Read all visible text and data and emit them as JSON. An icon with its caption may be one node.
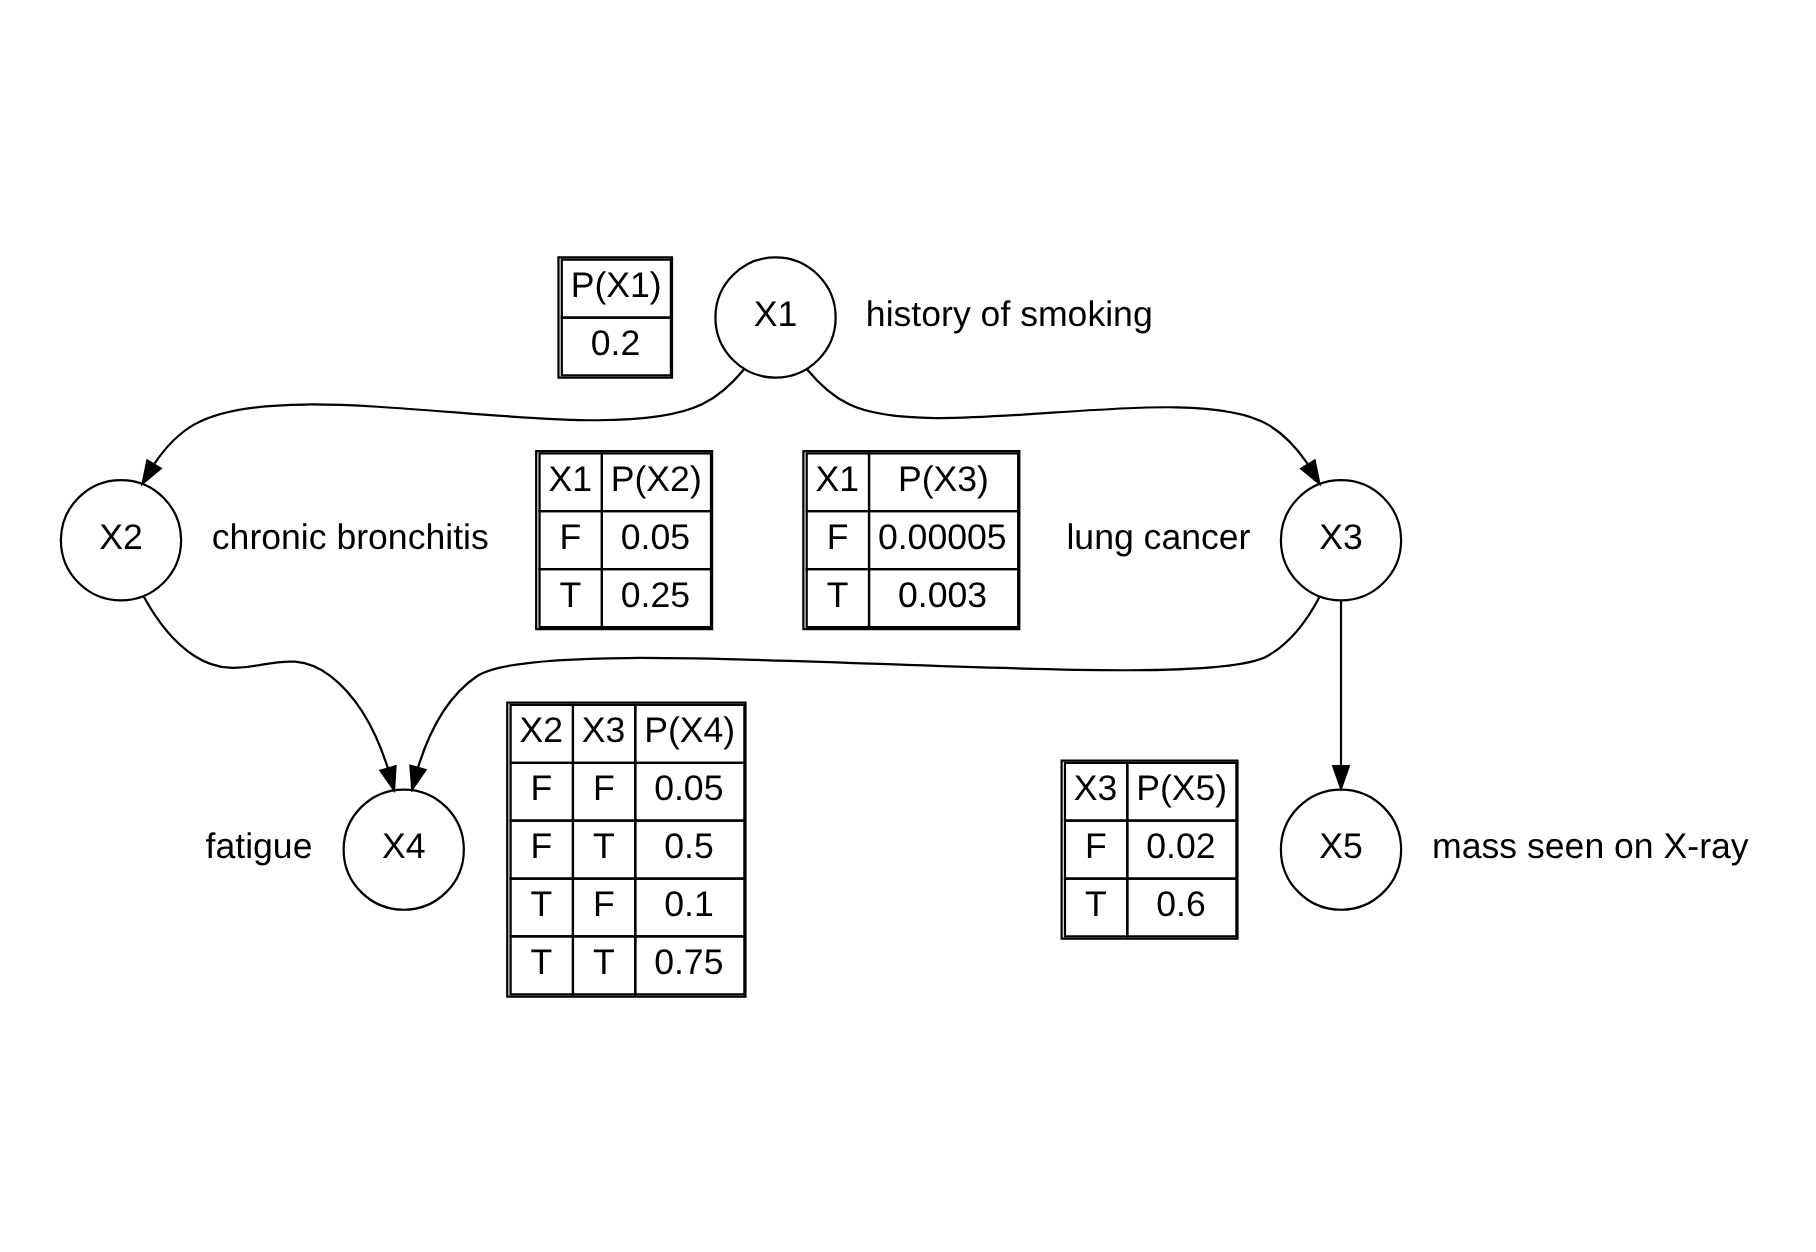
{
  "diagram": {
    "nodes": [
      {
        "text": [
          "X1"
        ],
        "beside": [
          "history of smoking"
        ]
      },
      {
        "text": [
          "X2"
        ],
        "beside": [
          "chronic bronchitis"
        ]
      },
      {
        "text": [
          "X3"
        ],
        "beside": [
          "lung cancer"
        ]
      },
      {
        "text": [
          "X4"
        ],
        "beside": [
          "fatigue"
        ]
      },
      {
        "text": [
          "X5"
        ],
        "beside": [
          "mass seen on X-ray"
        ]
      }
    ],
    "edges": [
      {
        "from": 0,
        "to": 1,
        "arrow": "to"
      },
      {
        "from": 0,
        "to": 2,
        "arrow": "to"
      },
      {
        "from": 1,
        "to": 3,
        "arrow": "to"
      },
      {
        "from": 2,
        "to": 3,
        "arrow": "to"
      },
      {
        "from": 2,
        "to": 4,
        "arrow": "to"
      }
    ],
    "labels": [
      "P(X1)",
      "0.2",
      "X1",
      "P(X2)",
      "F",
      "0.05",
      "T",
      "0.25",
      "X1",
      "P(X3)",
      "F",
      "0.00005",
      "T",
      "0.003",
      "X2",
      "X3",
      "P(X4)",
      "F",
      "F",
      "0.05",
      "F",
      "T",
      "0.5",
      "T",
      "F",
      "0.1",
      "T",
      "T",
      "0.75",
      "X3",
      "P(X5)",
      "F",
      "0.02",
      "T",
      "0.6"
    ]
  }
}
